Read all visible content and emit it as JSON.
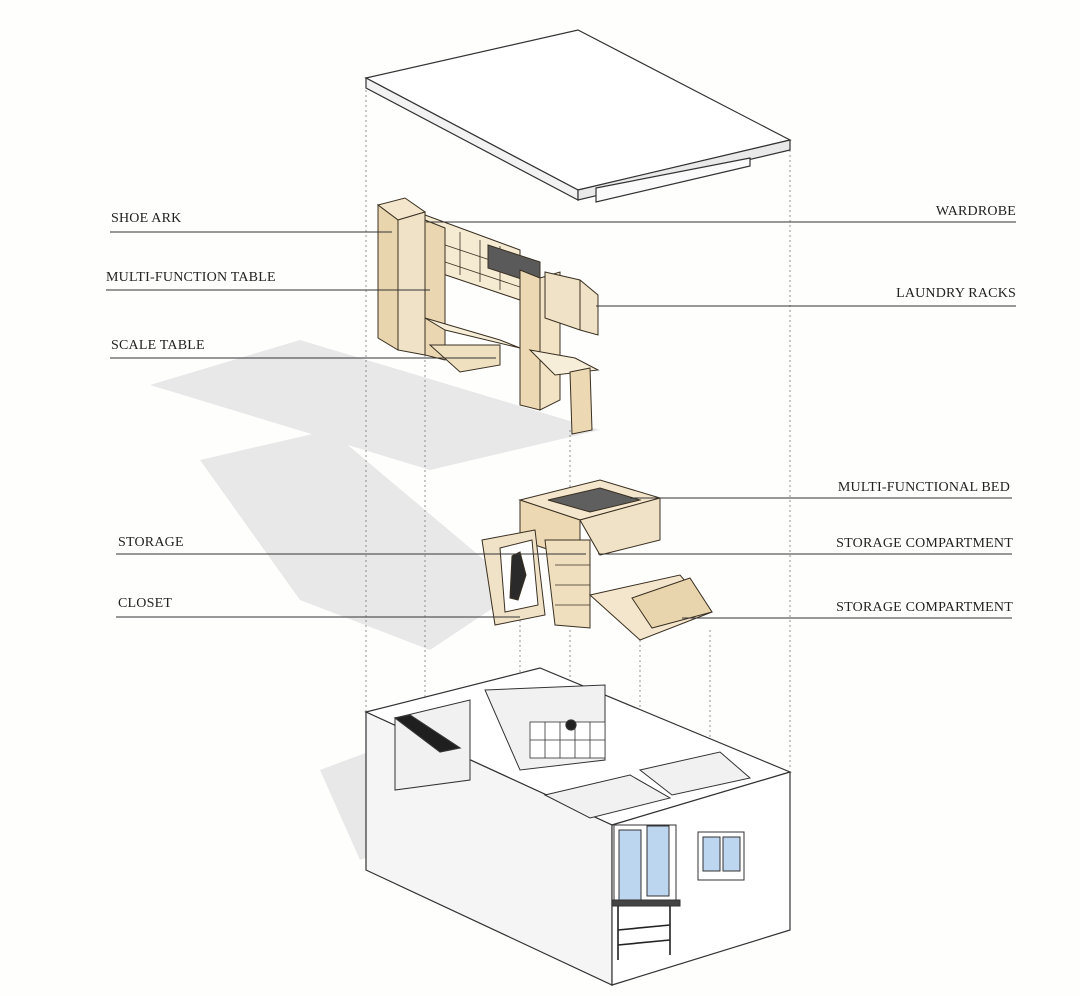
{
  "colors": {
    "background": "#fefefd",
    "wood": "#f0e2c6",
    "wood_dark": "#d9c29a",
    "wall": "#ffffff",
    "line": "#333333",
    "shadow": "#e6e6e6",
    "glass": "#bcd6ef"
  },
  "labels": {
    "shoe_ark": "SHOE ARK",
    "multi_function_table": "MULTI-FUNCTION TABLE",
    "scale_table": "SCALE TABLE",
    "wardrobe": "WARDROBE",
    "laundry_racks": "LAUNDRY RACKS",
    "multi_functional_bed": "MULTI-FUNCTIONAL BED",
    "storage": "STORAGE",
    "storage_compartment_1": "STORAGE COMPARTMENT",
    "closet": "CLOSET",
    "storage_compartment_2": "STORAGE COMPARTMENT"
  }
}
